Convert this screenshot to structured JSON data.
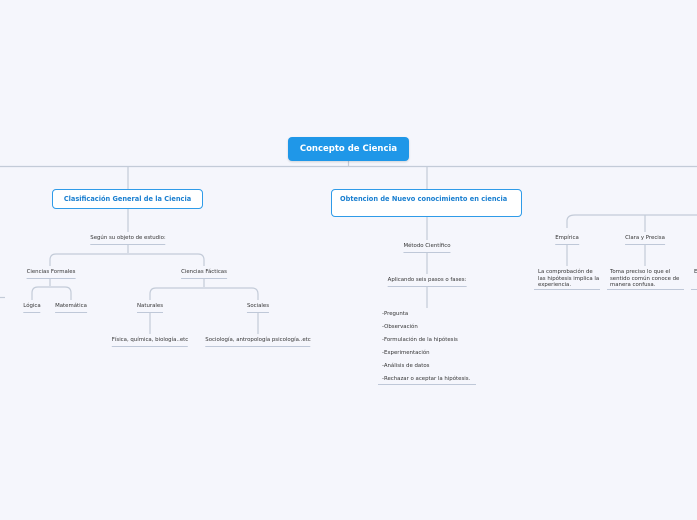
{
  "root": "Concepto de Ciencia",
  "left": {
    "title": "Clasificación General de la Ciencia",
    "subtitle": "Según su objeto de estudio:",
    "formales": {
      "label": "Ciencias Formales",
      "children": [
        "Lógica",
        "Matemática"
      ]
    },
    "facticas": {
      "label": "Ciencias Fácticas",
      "naturales": {
        "label": "Naturales",
        "example": "Física, química, biología..etc"
      },
      "sociales": {
        "label": "Sociales",
        "example": "Sociología, antropología psicología..etc"
      }
    }
  },
  "center": {
    "title": "Obtencion de Nuevo conocimiento en ciencia",
    "method": "Método Científico",
    "phases_label": "Aplicando seis pasos o fases:",
    "steps": [
      "-Pregunta",
      "-Observación",
      "-Formulación de la hipótesis",
      "-Experimentación",
      "-Análisis de datos",
      "-Rechazar o aceptar la hipótesis."
    ]
  },
  "right": {
    "empirica": {
      "label": "Empírica",
      "desc": "La comprobación de las hipótesis implica la experiencia."
    },
    "clara": {
      "label": "Clara y Precisa",
      "desc": "Toma preciso lo que el sentido común conoce de manera confusa."
    },
    "cut": "E"
  }
}
